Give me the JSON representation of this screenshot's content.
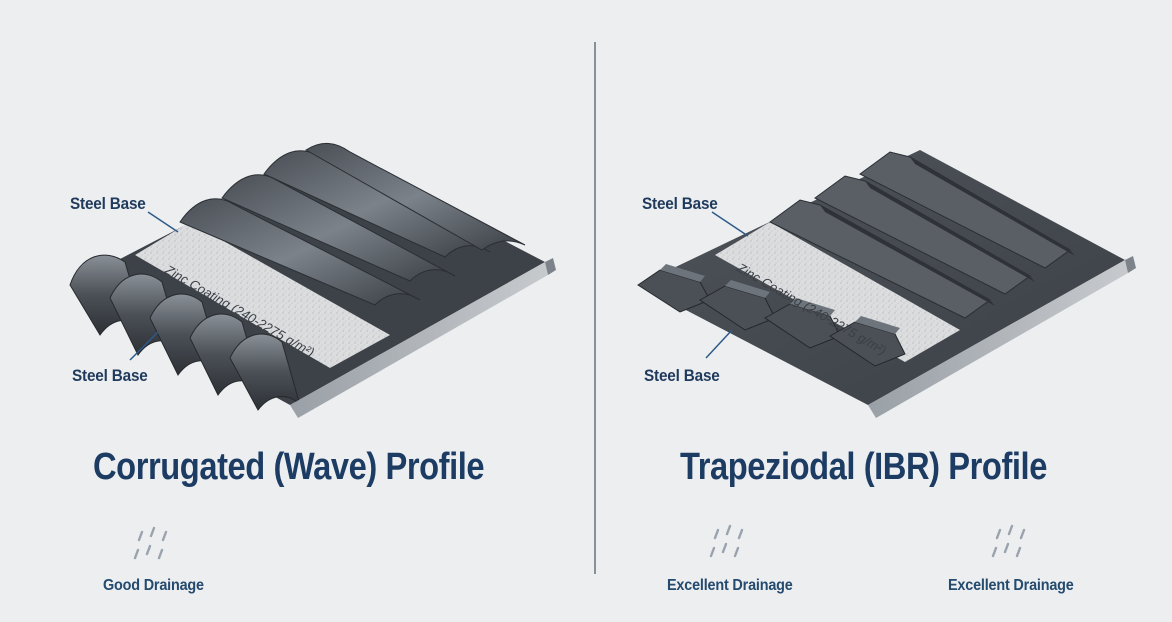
{
  "left_panel": {
    "title": "Corrugated (Wave) Profile",
    "label_top": "Steel Base",
    "label_bottom": "Steel Base",
    "coating_label": "Zinc Coating (240-2275 g/m²)",
    "drainage": "Good Drainage"
  },
  "right_panel": {
    "title": "Trapeziodal (IBR) Profile",
    "label_top": "Steel Base",
    "label_bottom": "Steel Base",
    "coating_label": "Zinc Coating (240-2275 g/m²)",
    "drainage_1": "Excellent Drainage",
    "drainage_2": "Excellent Drainage"
  },
  "colors": {
    "title": "#1d3c63",
    "label": "#1f3a5c",
    "sheet_dark": "#3b4047",
    "sheet_light": "#7d838b",
    "zinc": "#d9dadb",
    "background": "#eceef0"
  },
  "icons": [
    "rain-drops-icon"
  ]
}
